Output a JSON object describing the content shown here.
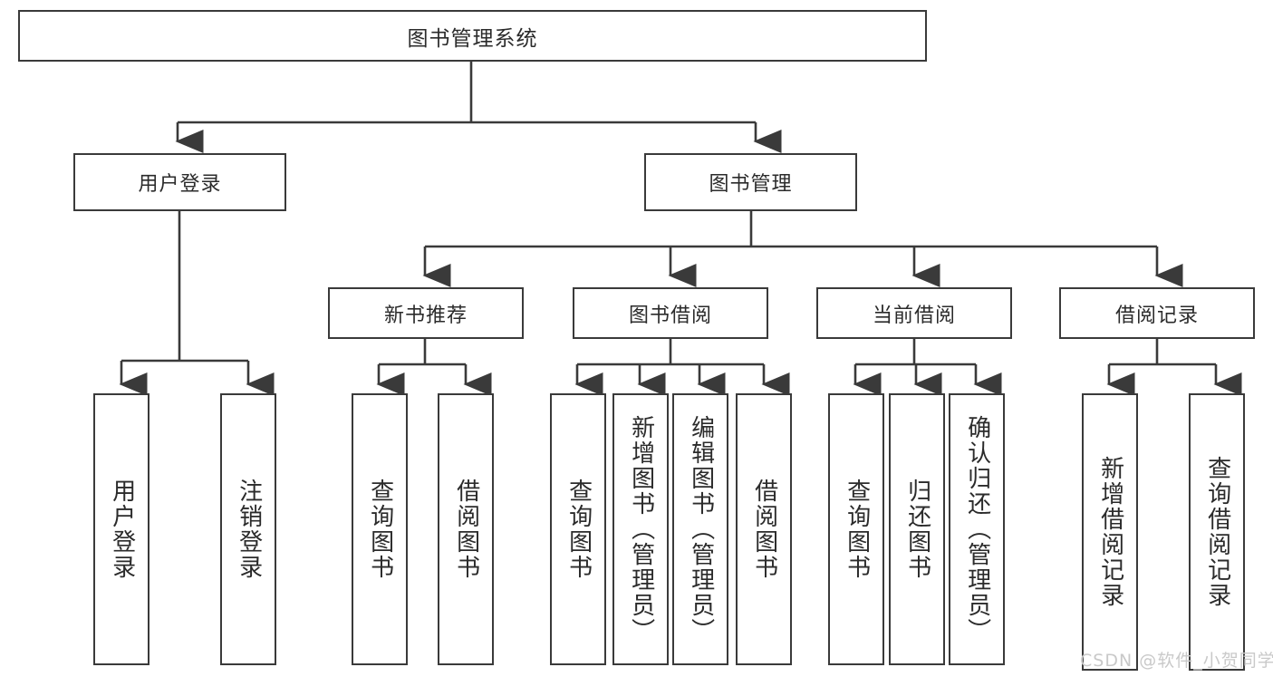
{
  "diagram": {
    "type": "tree",
    "title": "图书管理系统",
    "root": {
      "label": "图书管理系统"
    },
    "level2": [
      {
        "label": "用户登录"
      },
      {
        "label": "图书管理"
      }
    ],
    "level3": [
      {
        "label": "新书推荐"
      },
      {
        "label": "图书借阅"
      },
      {
        "label": "当前借阅"
      },
      {
        "label": "借阅记录"
      }
    ],
    "leaves": {
      "user_login": [
        "用户登录",
        "注销登录"
      ],
      "new_book": [
        "查询图书",
        "借阅图书"
      ],
      "book_borrow": [
        "查询图书",
        "新增图书（管理员）",
        "编辑图书（管理员）",
        "借阅图书"
      ],
      "current_borrow": [
        "查询图书",
        "归还图书",
        "确认归还（管理员）"
      ],
      "borrow_record": [
        "新增借阅记录",
        "查询借阅记录"
      ]
    }
  },
  "watermark": {
    "text": "CSDN @软件_小贺同学"
  },
  "colors": {
    "stroke": "#3a3a3a",
    "text": "#2b2b2b",
    "background": "#ffffff",
    "watermark": "#c9c9c9"
  }
}
